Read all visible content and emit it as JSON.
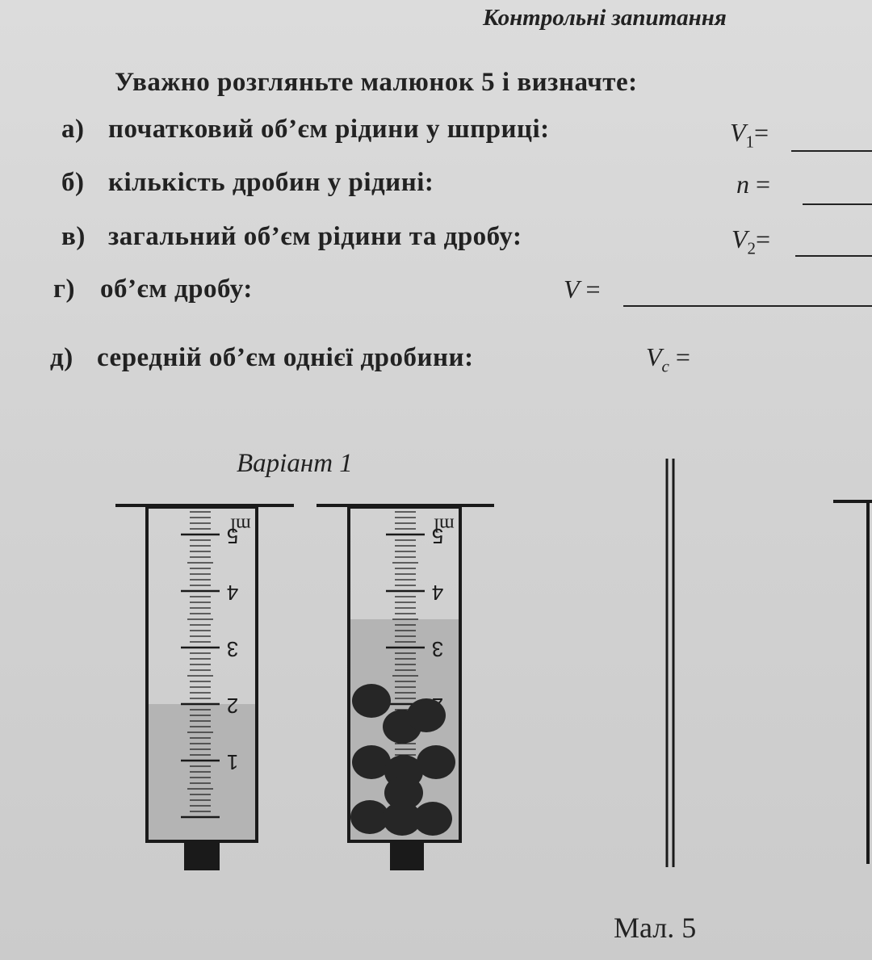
{
  "heading": "Контрольні запитання",
  "intro": "Уважно розгляньте малюнок  5 і визначте:",
  "questions": [
    {
      "letter": "а)",
      "text": "початковий об’єм рідини у шприці:",
      "var": "V",
      "sub": "1",
      "eq": "="
    },
    {
      "letter": "б)",
      "text": "кількість дробин у рідині:",
      "var": "n",
      "sub": "",
      "eq": " ="
    },
    {
      "letter": "в)",
      "text": "загальний об’єм рідини та дробу:",
      "var": "V",
      "sub": "2",
      "eq": "="
    },
    {
      "letter": "г)",
      "text": "об’єм дробу:",
      "var": "V",
      "sub": "",
      "eq": " ="
    },
    {
      "letter": "д)",
      "text": "середній об’єм однієї дробини:",
      "var": "V",
      "sub": "c",
      "eq": " ="
    }
  ],
  "variant_label": "Варіант 1",
  "figure_caption": "Мал. 5",
  "syringes": [
    {
      "unit_label": "ml",
      "scale_labels": [
        "1",
        "2",
        "3",
        "4",
        "5"
      ],
      "liquid_level_ml": 2.0,
      "pellet_count": 0
    },
    {
      "unit_label": "ml",
      "scale_labels": [
        "1",
        "2",
        "3",
        "4",
        "5"
      ],
      "liquid_level_ml": 3.5,
      "pellet_count": 10
    }
  ],
  "colors": {
    "ink": "#1a1a1a",
    "liquid": "#b4b4b4",
    "paper": "#d6d6d6"
  }
}
